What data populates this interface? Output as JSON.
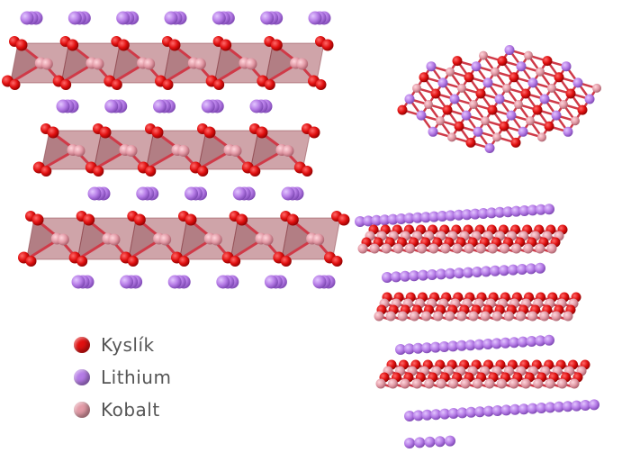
{
  "colors": {
    "oxygen": "#e01010",
    "lithium": "#b57be6",
    "cobalt": "#e29aa6",
    "octahedron": "#a85a62",
    "bond": "#cf3a48"
  },
  "legend": [
    {
      "label": "Kyslík",
      "color": "#e01010",
      "element": "oxygen"
    },
    {
      "label": "Lithium",
      "color": "#b57be6",
      "element": "lithium"
    },
    {
      "label": "Kobalt",
      "color": "#e29aa6",
      "element": "cobalt"
    }
  ]
}
